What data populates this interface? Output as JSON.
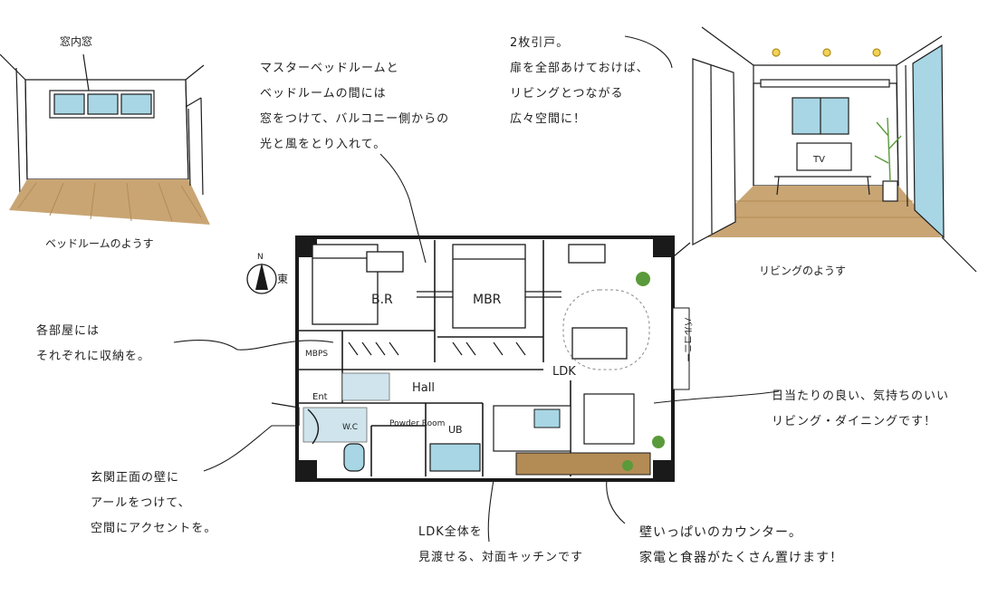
{
  "sketch_bedroom": {
    "window_label": "窓内窓",
    "caption": "ベッドルームのようす"
  },
  "sketch_living": {
    "tv_label": "TV",
    "caption": "リビングのようす"
  },
  "notes": {
    "door": [
      "2枚引戸。",
      "扉を全部あけておけば、",
      "リビングとつながる",
      "広々空間に！"
    ],
    "window": [
      "マスターベッドルームと",
      "ベッドルームの間には",
      "窓をつけて、バルコニー側からの",
      "光と風をとり入れて。"
    ],
    "storage": [
      "各部屋には",
      "それぞれに収納を。"
    ],
    "sunlight": [
      "日当たりの良い、気持ちのいい",
      "リビング・ダイニングです！"
    ],
    "entrance": [
      "玄関正面の壁に",
      "アールをつけて、",
      "空間にアクセントを。"
    ],
    "kitchen": [
      "LDK全体を",
      "見渡せる、対面キッチンです"
    ],
    "counter": [
      "壁いっぱいのカウンター。",
      "家電と食器がたくさん置けます！"
    ]
  },
  "plan": {
    "rooms": {
      "br": "B.R",
      "mbr": "MBR",
      "ldk": "LDK",
      "hall": "Hall",
      "mbps": "MBPS",
      "ent": "Ent",
      "wc": "W.C",
      "powder": "Powder Room",
      "ub": "UB",
      "balcony": "バルコニー"
    },
    "compass": {
      "north": "N",
      "east": "東"
    }
  },
  "colors": {
    "floor": "#c9a574",
    "floor_dark": "#b38b55",
    "window": "#a8d6e4",
    "ink": "#1d1d1d",
    "green": "#5a9a3a",
    "wall": "#1a1a1a"
  }
}
